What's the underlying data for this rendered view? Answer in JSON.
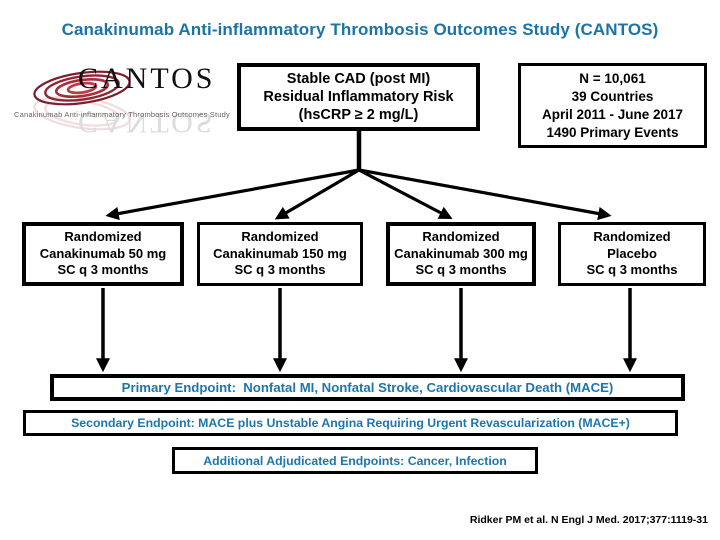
{
  "slide": {
    "title": "Canakinumab Anti-inflammatory Thrombosis Outcomes Study (CANTOS)",
    "citation": "Ridker PM et al. N Engl J Med. 2017;377:1119-31"
  },
  "logo": {
    "name": "CANTOS",
    "caption": "Canakinumab Anti-inflammatory Thrombosis Outcomes Study"
  },
  "population_box": {
    "line1": "Stable CAD (post MI)",
    "line2": "Residual Inflammatory Risk",
    "line3": "(hsCRP ≥ 2 mg/L)"
  },
  "stats_box": {
    "line1": "N = 10,061",
    "line2": "39 Countries",
    "line3": "April 2011 - June 2017",
    "line4": "1490 Primary Events"
  },
  "arms": [
    {
      "line1": "Randomized",
      "line2": "Canakinumab 50 mg",
      "line3": "SC q 3 months"
    },
    {
      "line1": "Randomized",
      "line2": "Canakinumab 150 mg",
      "line3": "SC q 3 months"
    },
    {
      "line1": "Randomized",
      "line2": "Canakinumab 300 mg",
      "line3": "SC q 3 months"
    },
    {
      "line1": "Randomized",
      "line2": "Placebo",
      "line3": "SC q 3 months"
    }
  ],
  "endpoints": {
    "primary": "Primary Endpoint:  Nonfatal MI, Nonfatal Stroke, Cardiovascular Death (MACE)",
    "secondary": "Secondary Endpoint: MACE plus Unstable Angina Requiring Urgent Revascularization (MACE+)",
    "additional": "Additional Adjudicated Endpoints: Cancer, Infection"
  },
  "colors": {
    "accent_blue": "#1b74a9",
    "logo_red_outer": "#7b1f2e",
    "logo_red_inner": "#bf3b45",
    "arrow_black": "#000000"
  }
}
